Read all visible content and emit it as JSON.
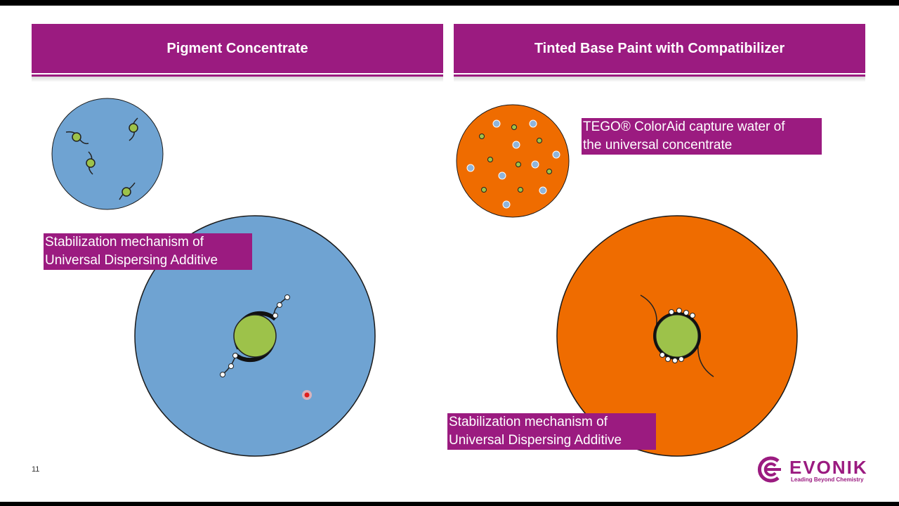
{
  "headers": {
    "left": "Pigment Concentrate",
    "right": "Tinted Base Paint with Compatibilizer"
  },
  "labels": {
    "left": [
      "Stabilization mechanism of",
      "Universal Dispersing Additive"
    ],
    "tego": [
      "TEGO® ColorAid capture water of",
      "the universal concentrate"
    ],
    "right": [
      "Stabilization mechanism of",
      "Universal Dispersing Additive"
    ]
  },
  "slide_number": "11",
  "logo": {
    "word": "EVONIK",
    "tagline": "Leading Beyond Chemistry"
  },
  "colors": {
    "brand_purple": "#9b1b80",
    "water_blue": "#6fa3d2",
    "base_orange": "#ef6c00",
    "pigment_green": "#9dc24a"
  },
  "icons": {
    "logo_mark": "evonik-logo-icon",
    "cursor": "laser-pointer-icon"
  }
}
